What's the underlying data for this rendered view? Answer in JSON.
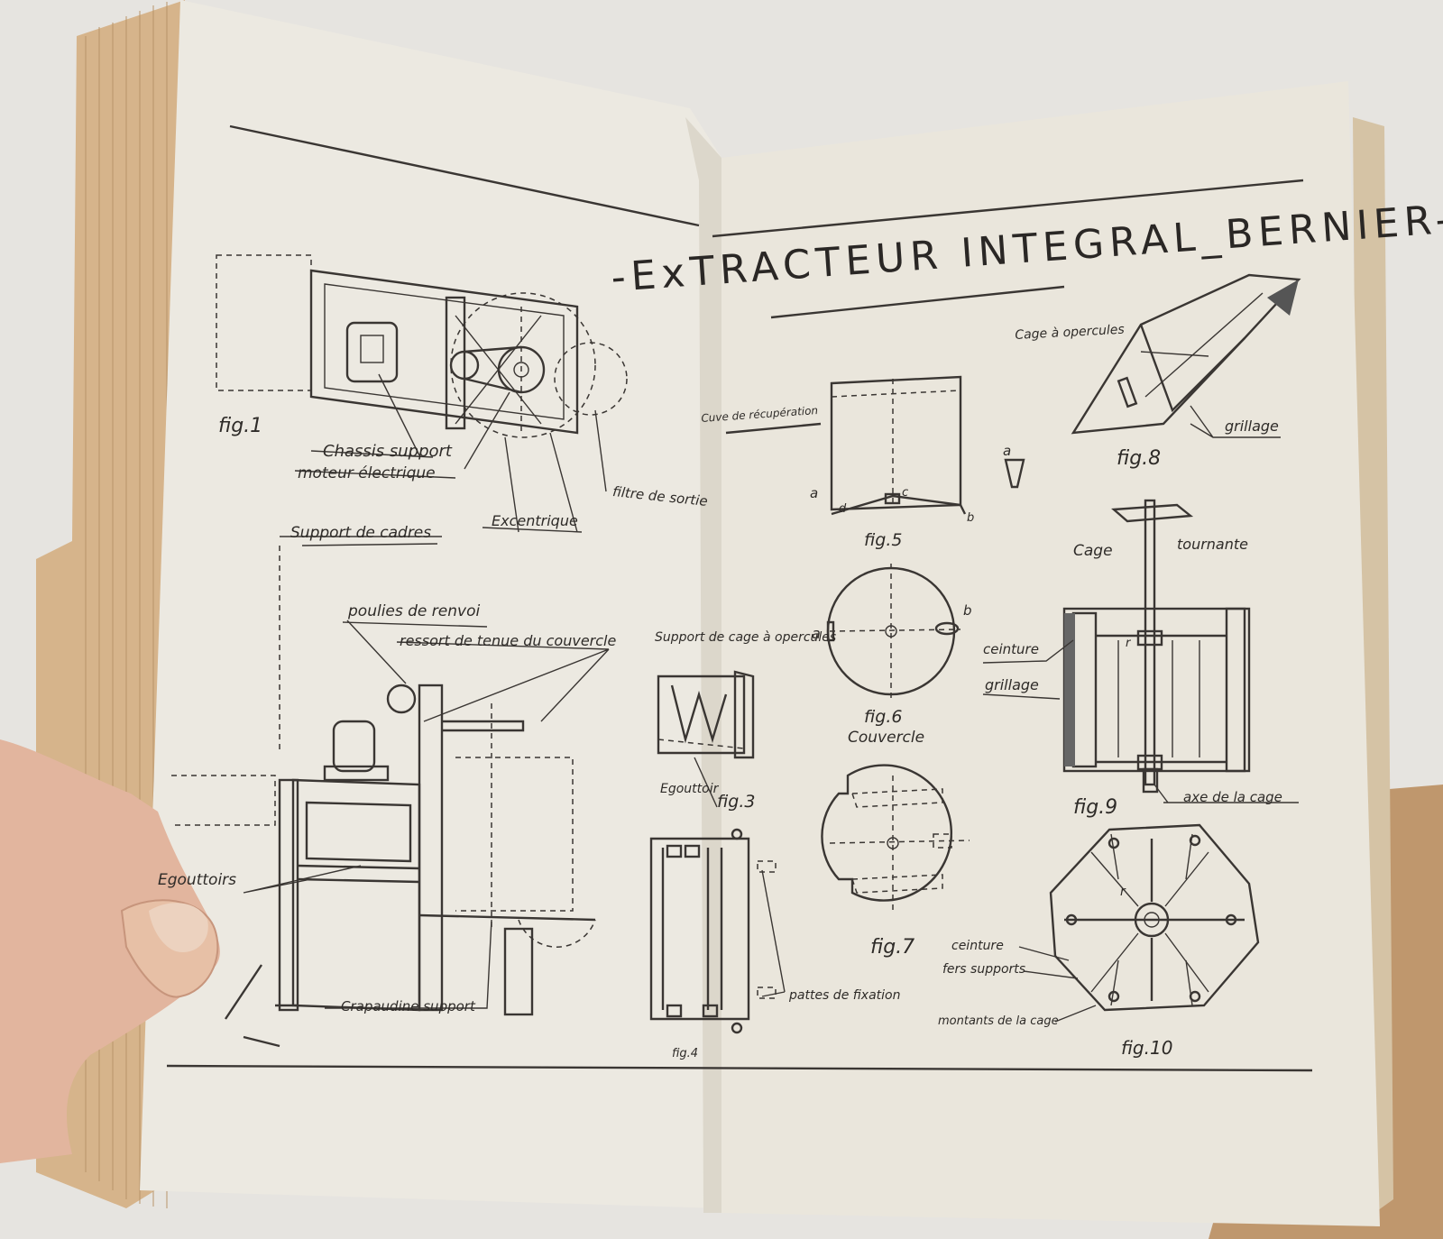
{
  "page": {
    "title": "-ExTRACTEUR INTEGRAL_BERNIER-",
    "colors": {
      "wall": "#e4e2de",
      "paper": "#ece9e0",
      "ink": "#3a3633",
      "pageEdge": "#d8b78e",
      "skin": "#e3b49a",
      "table": "#c09a72"
    }
  },
  "labels": {
    "fig1": "fig.1",
    "chassis": "Chassis support",
    "moteur": "moteur électrique",
    "filtre": "filtre de sortie",
    "excentrique": "Excentrique",
    "support_cadres": "Support de cadres",
    "poulies": "poulies de renvoi",
    "ressort": "ressort de tenue du couvercle",
    "egouttoirs": "Egouttoirs",
    "crapaudine": "Crapaudine support",
    "cuve": "Cuve de récupération",
    "fig5": "fig.5",
    "fig6": "fig.6",
    "couvercle": "Couvercle",
    "fig7": "fig.7",
    "support_cage": "Support de cage à opercules",
    "egouttoir": "Egouttoir",
    "fig3": "fig.3",
    "fig4": "fig.4",
    "pattes": "pattes de fixation",
    "cage_opercules": "Cage à opercules",
    "grillage_top": "grillage",
    "fig8": "fig.8",
    "cage": "Cage",
    "tournante": "tournante",
    "ceinture_top": "ceinture",
    "grillage_mid": "grillage",
    "fig9": "fig.9",
    "axe": "axe de la cage",
    "ceinture_bottom": "ceinture",
    "fers": "fers supports",
    "montants": "montants de la cage",
    "fig10": "fig.10",
    "letter_a": "a",
    "letter_b": "b",
    "letter_c": "c",
    "letter_d": "d",
    "letter_r": "r"
  }
}
